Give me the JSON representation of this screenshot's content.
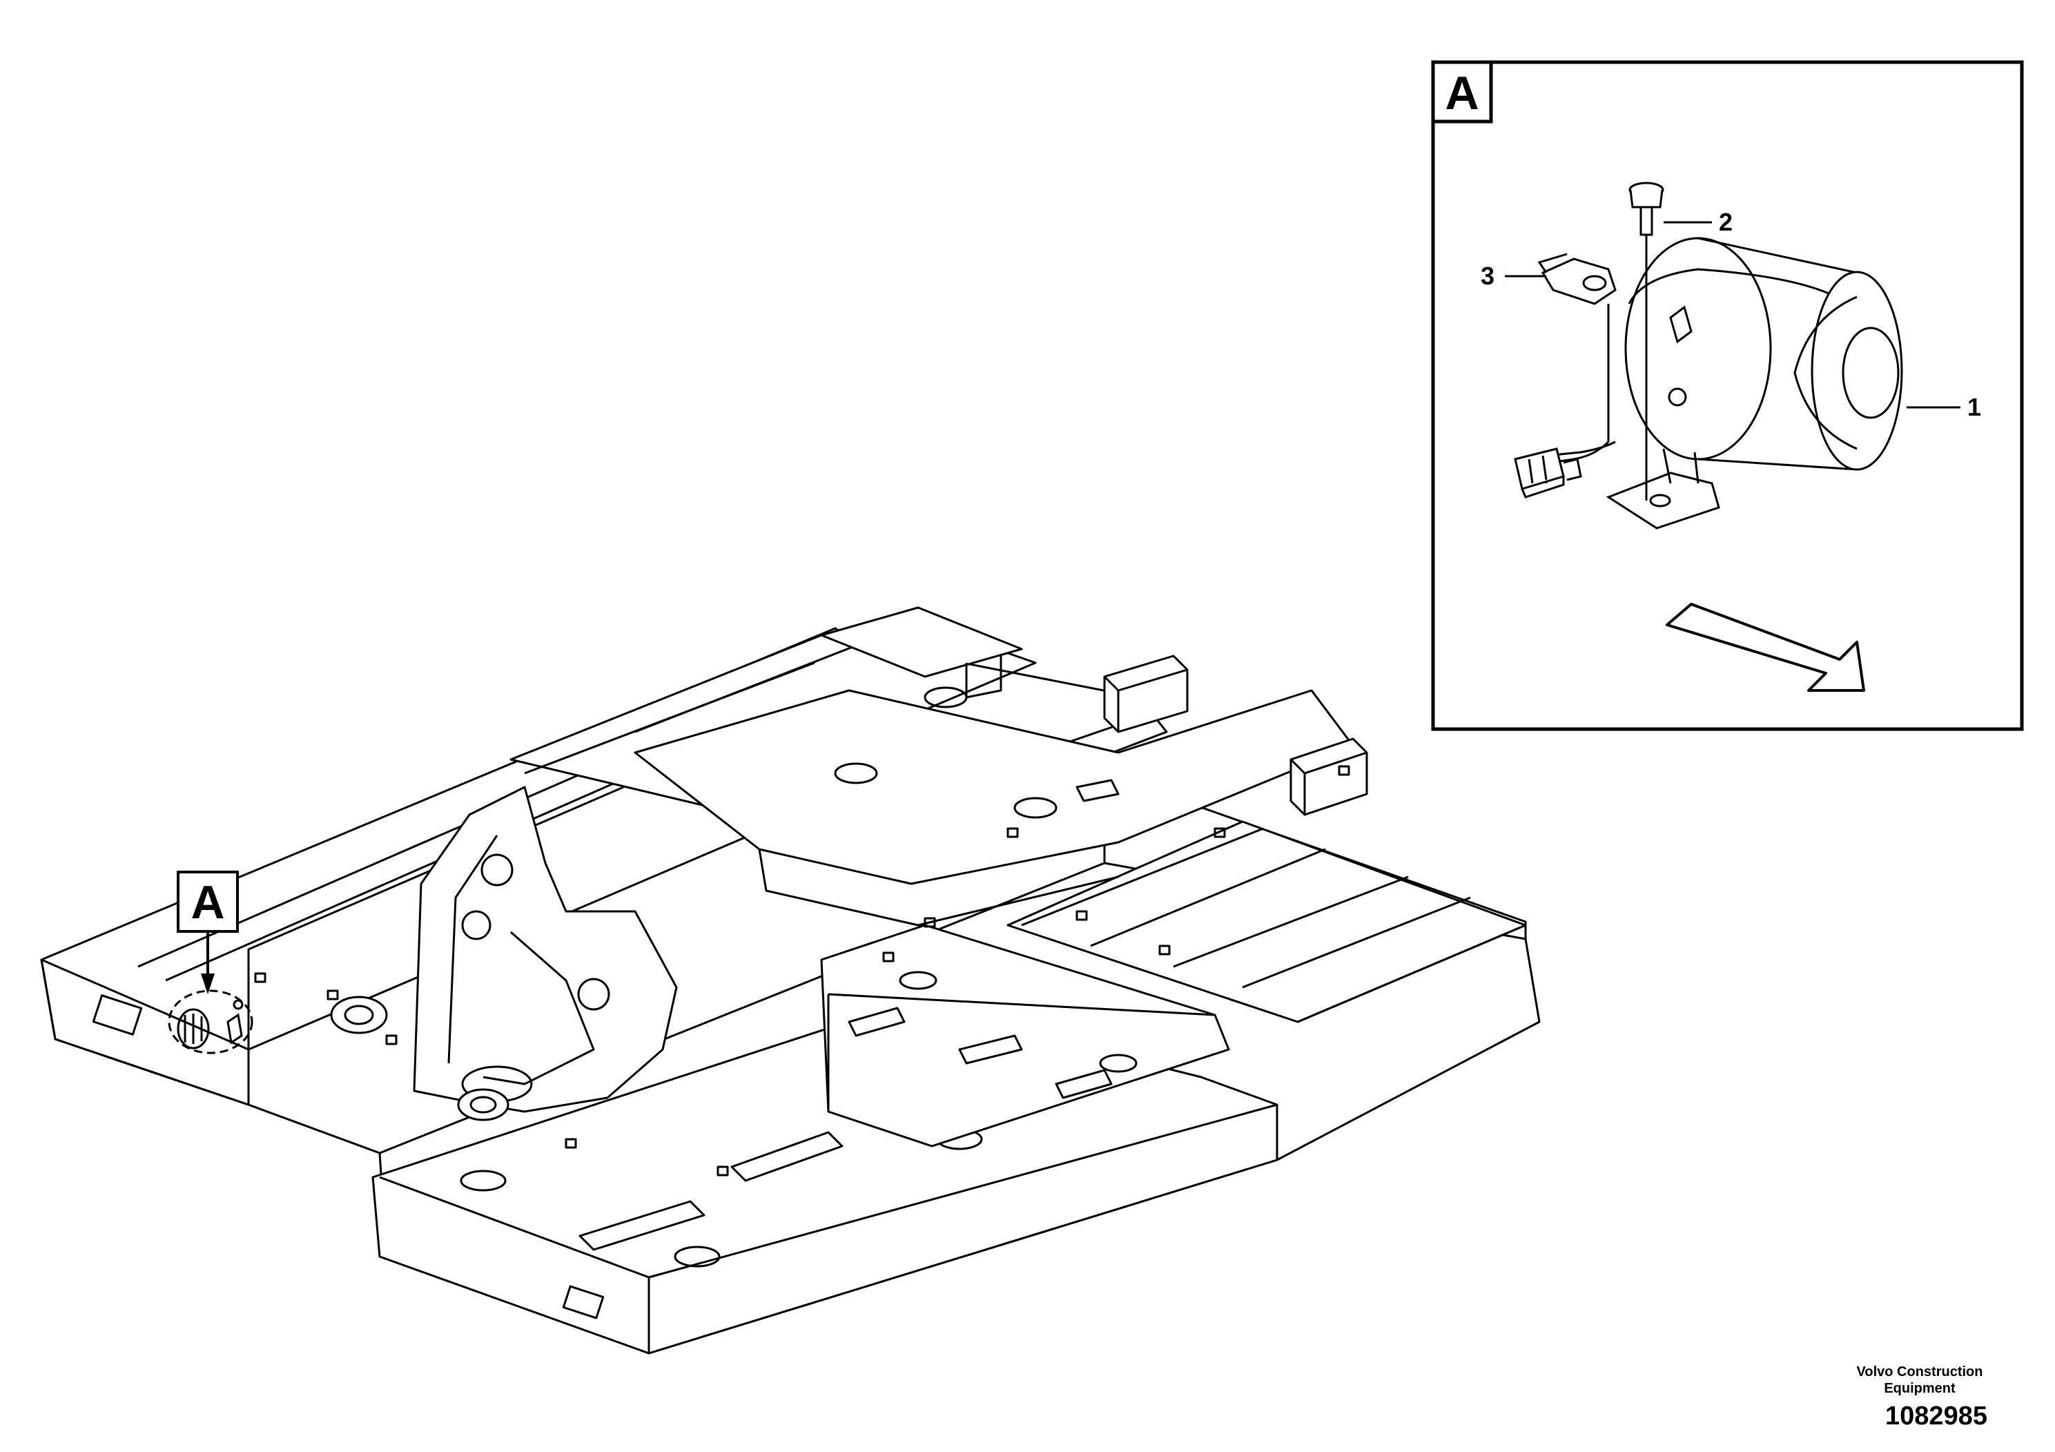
{
  "main_view": {
    "callout_letter": "A"
  },
  "detail_view": {
    "frame_letter": "A",
    "part_labels": [
      {
        "number": "1",
        "part": "horn"
      },
      {
        "number": "2",
        "part": "bolt"
      },
      {
        "number": "3",
        "part": "connector-bracket"
      }
    ]
  },
  "footer": {
    "brand_line1": "Volvo Construction",
    "brand_line2": "Equipment",
    "drawing_number": "1082985"
  },
  "colors": {
    "line": "#000000",
    "background": "#ffffff"
  }
}
